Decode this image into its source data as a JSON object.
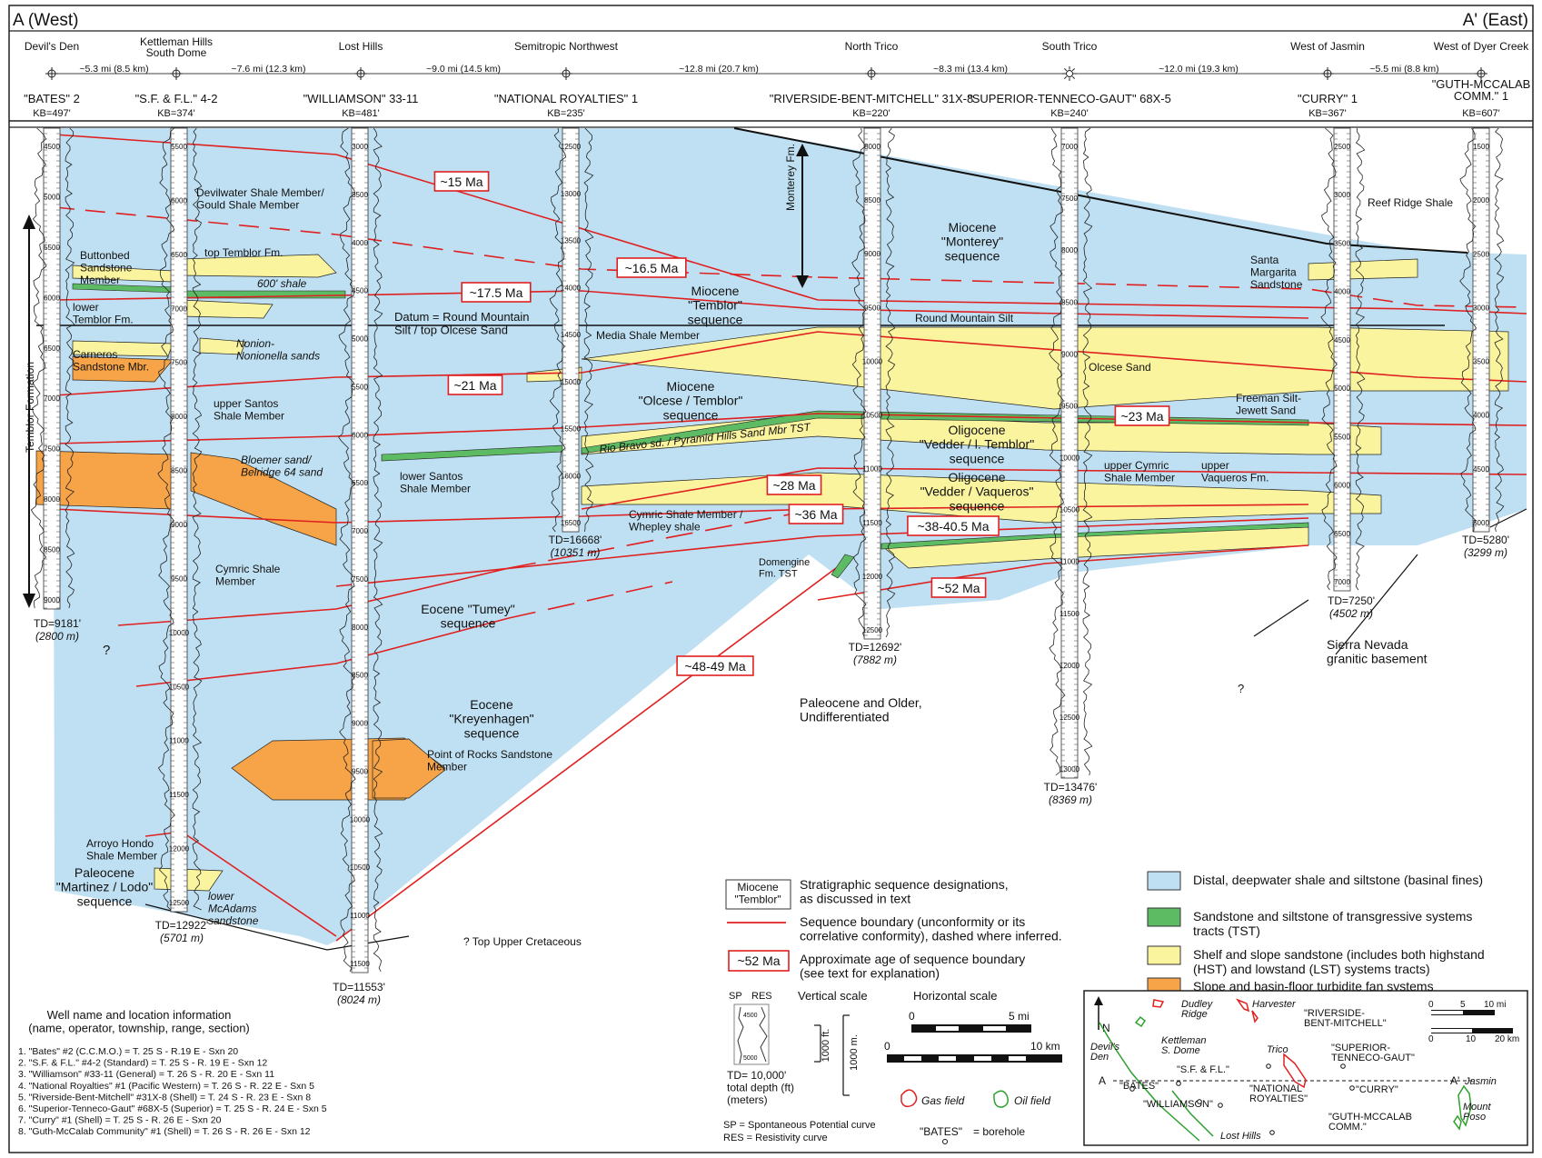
{
  "header": {
    "west_label": "A (West)",
    "east_label": "A' (East)",
    "wells": [
      {
        "location": "Devil's Den",
        "name": "\"BATES\" 2",
        "kb": "KB=497'"
      },
      {
        "location": "Kettleman Hills\nSouth Dome",
        "name": "\"S.F. & F.L.\" 4-2",
        "kb": "KB=374'"
      },
      {
        "location": "Lost Hills",
        "name": "\"WILLIAMSON\" 33-11",
        "kb": "KB=481'"
      },
      {
        "location": "Semitropic Northwest",
        "name": "\"NATIONAL ROYALTIES\" 1",
        "kb": "KB=235'"
      },
      {
        "location": "North Trico",
        "name": "\"RIVERSIDE-BENT-MITCHELL\" 31X-8",
        "kb": "KB=220'"
      },
      {
        "location": "South Trico",
        "name": "\"SUPERIOR-TENNECO-GAUT\" 68X-5",
        "kb": "KB=240'"
      },
      {
        "location": "West of Jasmin",
        "name": "\"CURRY\" 1",
        "kb": "KB=367'"
      },
      {
        "location": "West of Dyer Creek",
        "name": "\"GUTH-MCCALAB\nCOMM.\" 1",
        "kb": "KB=607'"
      }
    ],
    "distances": [
      "~5.3 mi (8.5 km)",
      "~7.6 mi (12.3 km)",
      "~9.0 mi (14.5 km)",
      "~12.8 mi (20.7 km)",
      "~8.3 mi (13.4 km)",
      "~12.0 mi (19.3 km)",
      "~5.5 mi (8.8 km)"
    ]
  },
  "total_depths": [
    {
      "ft": "TD=9181'",
      "m": "(2800 m)"
    },
    {
      "ft": "TD=12922'",
      "m": "(5701 m)"
    },
    {
      "ft": "TD=11553'",
      "m": "(8024 m)"
    },
    {
      "ft": "TD=16668'",
      "m": "(10351 m)"
    },
    {
      "ft": "TD=12692'",
      "m": "(7882 m)"
    },
    {
      "ft": "TD=13476'",
      "m": "(8369 m)"
    },
    {
      "ft": "TD=7250'",
      "m": "(4502 m)"
    },
    {
      "ft": "TD=5280'",
      "m": "(3299 m)"
    }
  ],
  "ages": [
    "~15 Ma",
    "~16.5 Ma",
    "~17.5 Ma",
    "~21 Ma",
    "~23 Ma",
    "~28 Ma",
    "~36 Ma",
    "~38-40.5 Ma",
    "~52 Ma",
    "~48-49 Ma"
  ],
  "sequences": {
    "monterey": "Miocene\n\"Monterey\"\nsequence",
    "temblor": "Miocene\n\"Temblor\"\nsequence",
    "olcese": "Miocene\n\"Olcese / Temblor\"\nsequence",
    "vedder_temblor": "Oligocene\n\"Vedder / l. Temblor\"\nsequence",
    "vedder_vaqueros": "Oligocene\n\"Vedder / Vaqueros\"\nsequence",
    "tumey": "Eocene \"Tumey\"\nsequence",
    "kreyenhagen": "Eocene\n\"Kreyenhagen\"\nsequence",
    "martinez": "Paleocene\n\"Martinez / Lodo\"\nsequence"
  },
  "labels": {
    "devilwater": "Devilwater Shale Member/\nGould Shale Member",
    "top_temblor": "top Temblor Fm.",
    "buttonbed": "Buttonbed\nSandstone\nMember",
    "shale600": "600' shale",
    "lower_temblor": "lower\nTemblor Fm.",
    "datum": "Datum = Round Mountain\nSilt / top Olcese Sand",
    "carneros": "Carneros\nSandstone Mbr.",
    "nonion": "Nonion-\nNonionella sands",
    "upper_santos": "upper Santos\nShale Member",
    "bloemer": "Bloemer sand/\nBelridge 64 sand",
    "lower_santos": "lower Santos\nShale Member",
    "cymric": "Cymric Shale\nMember",
    "media": "Media Shale Member",
    "rio_bravo": "Rio Bravo sd. / Pyramid Hills Sand Mbr TST",
    "cymric_whepley": "Cymric Shale Member /\nWhepley shale",
    "domengine": "Domengine\nFm. TST",
    "monterey_fm": "Monterey Fm.",
    "round_mtn": "Round Mountain Silt",
    "olcese_sand": "Olcese Sand",
    "freeman": "Freeman Silt-\nJewett Sand",
    "upper_cymric": "upper Cymric\nShale Member",
    "upper_vaqueros": "upper\nVaqueros Fm.",
    "reef_ridge": "Reef Ridge Shale",
    "santa_margarita": "Santa\nMargarita\nSandstone",
    "point_rocks": "Point of Rocks Sandstone\nMember",
    "arroyo": "Arroyo Hondo\nShale Member",
    "mcadams": "lower\nMcAdams\nsandstone",
    "paleocene_older": "Paleocene and Older,\nUndifferentiated",
    "sierra": "Sierra Nevada\ngranitic basement",
    "top_cretaceous": "? Top Upper Cretaceous",
    "temblor_formation": "Temblor Formation",
    "q": "?"
  },
  "depth_ticks": {
    "w1": [
      "4500",
      "5000",
      "5500",
      "6000",
      "6500",
      "7000",
      "7500",
      "8000",
      "8500",
      "9000"
    ],
    "w2": [
      "5500",
      "6000",
      "6500",
      "7000",
      "7500",
      "8000",
      "8500",
      "9000",
      "9500",
      "10000",
      "10500",
      "11000",
      "11500",
      "12000",
      "12500"
    ],
    "w3": [
      "3000",
      "3500",
      "4000",
      "4500",
      "5000",
      "5500",
      "6000",
      "6500",
      "7000",
      "7500",
      "8000",
      "8500",
      "9000",
      "9500",
      "10000",
      "10500",
      "11000",
      "11500"
    ],
    "w4": [
      "12500",
      "13000",
      "13500",
      "14000",
      "14500",
      "15000",
      "15500",
      "16000",
      "16500"
    ],
    "w5": [
      "8000",
      "8500",
      "9000",
      "9500",
      "10000",
      "10500",
      "11000",
      "11500",
      "12000",
      "12500"
    ],
    "w6": [
      "7000",
      "7500",
      "8000",
      "8500",
      "9000",
      "9500",
      "10000",
      "10500",
      "11000",
      "11500",
      "12000",
      "12500",
      "13000"
    ],
    "w7": [
      "2500",
      "3000",
      "3500",
      "4000",
      "4500",
      "5000",
      "5500",
      "6000",
      "6500",
      "7000"
    ],
    "w8": [
      "1500",
      "2000",
      "2500",
      "3000",
      "3500",
      "4000",
      "4500",
      "5000"
    ]
  },
  "legend": {
    "seq_box": "Miocene\n\"Temblor\"",
    "seq_desc": "Stratigraphic sequence designations,\nas discussed in text",
    "boundary_desc": "Sequence boundary (unconformity or its\ncorrelative conformity), dashed where inferred.",
    "age_box": "~52 Ma",
    "age_desc": "Approximate age of sequence boundary\n(see text for explanation)",
    "fills": [
      {
        "color": "#bfe0f2",
        "label": "Distal, deepwater shale and siltstone (basinal fines)"
      },
      {
        "color": "#5dbb63",
        "label": "Sandstone and siltstone of transgressive systems\ntracts (TST)"
      },
      {
        "color": "#fbf49e",
        "label": "Shelf and slope sandstone (includes both highstand\n(HST) and lowstand (LST) systems tracts)"
      },
      {
        "color": "#f6a447",
        "label": "Slope and basin-floor turbidite fan systems"
      }
    ],
    "sp": "SP",
    "res": "RES",
    "log_ticks": [
      "4500",
      "5000"
    ],
    "td_ex": "TD= 10,000'\ntotal depth (ft)\n(meters)",
    "sp_def": "SP = Spontaneous Potential curve",
    "res_def": "RES = Resistivity curve",
    "vertical_scale": "Vertical scale",
    "horizontal_scale": "Horizontal scale",
    "ft1000": "1000 ft.",
    "m1000": "1000 m.",
    "h0a": "0",
    "h5mi": "5 mi",
    "h0b": "0",
    "h10km": "10 km",
    "gas": "Gas field",
    "oil": "Oil field",
    "borehole": "\"BATES\"",
    "borehole_desc": "= borehole"
  },
  "wells_info": {
    "title": "Well name and location information\n(name, operator, township, range, section)",
    "items": [
      "1. \"Bates\" #2 (C.C.M.O.) = T. 25 S - R.19 E - Sxn 20",
      "2. \"S.F. & F.L.\" #4-2 (Standard) = T. 25 S - R. 19 E - Sxn 12",
      "3. \"Williamson\" #33-11 (General) = T. 26 S - R. 20 E - Sxn 11",
      "4. \"National Royalties\" #1 (Pacific Western) = T. 26 S - R. 22 E - Sxn 5",
      "5. \"Riverside-Bent-Mitchell\" #31X-8 (Shell) = T. 24 S - R. 23 E - Sxn 8",
      "6. \"Superior-Tenneco-Gaut\" #68X-5 (Superior) = T. 25 S - R. 24 E - Sxn 5",
      "7.  \"Curry\" #1 (Shell) = T. 25 S - R. 26 E - Sxn 20",
      "8. \"Guth-McCalab Community\" #1 (Shell) = T. 26 S - R. 26 E - Sxn 12"
    ]
  },
  "map": {
    "north": "N",
    "labels": [
      "Dudley\nRidge",
      "Harvester",
      "\"RIVERSIDE-\nBENT-MITCHELL\"",
      "Devil's\nDen",
      "Kettleman\nS. Dome",
      "Trico",
      "\"SUPERIOR-\nTENNECO-GAUT\"",
      "\"S.F. & F.L.\"",
      "A",
      "A'",
      "Jasmin",
      "\"BATES\"",
      "\"NATIONAL\nROYALTIES\"",
      "\"CURRY\"",
      "\"WILLIAMSON\"",
      "\"GUTH-MCCALAB\nCOMM.\"",
      "Mount\nPoso",
      "Lost Hills"
    ],
    "scale": [
      "0",
      "5",
      "10 mi",
      "0",
      "10",
      "20 km"
    ]
  }
}
